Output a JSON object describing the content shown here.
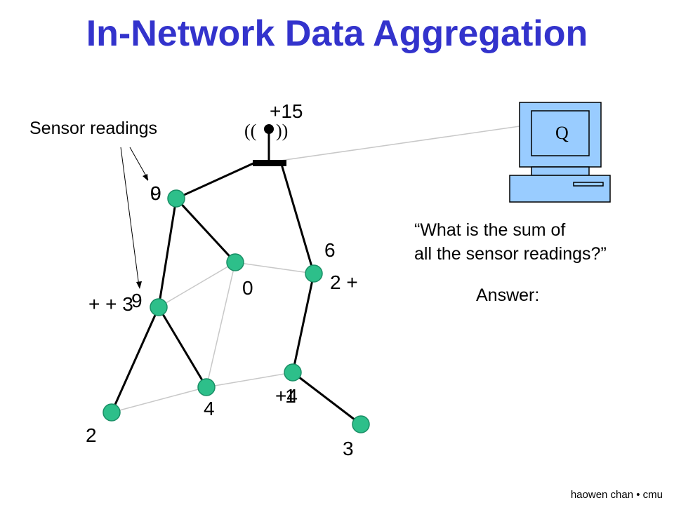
{
  "title": "In-Network Data Aggregation",
  "callout": {
    "label": "Sensor readings"
  },
  "base_station": {
    "signal_left": "((",
    "signal_right": "))",
    "sum_label": "+15",
    "plus_mark": "+"
  },
  "computer": {
    "screen_label": "Q"
  },
  "query": {
    "line1": "“What is the sum of",
    "line2": "all the sensor readings?”",
    "answer_label": "Answer:"
  },
  "node_labels": {
    "top_left_a": "9",
    "top_left_b": "0",
    "mid_left": "+ + 3",
    "mid_left_over": "9",
    "center": "0",
    "right_top": "6",
    "right_mid": "2 +",
    "bottom_right_a": "+4",
    "bottom_right_b": "1",
    "bottom_center": "4",
    "bottom_left": "2",
    "far_bottom_right": "3"
  },
  "footer": "haowen chan • cmu",
  "colors": {
    "title": "#3333cc",
    "node": "#2dbf8a",
    "node_stroke": "#1a8f66",
    "tree_edge": "#000000",
    "radio_edge": "#c8c8c8",
    "computer": "#99ccff"
  }
}
